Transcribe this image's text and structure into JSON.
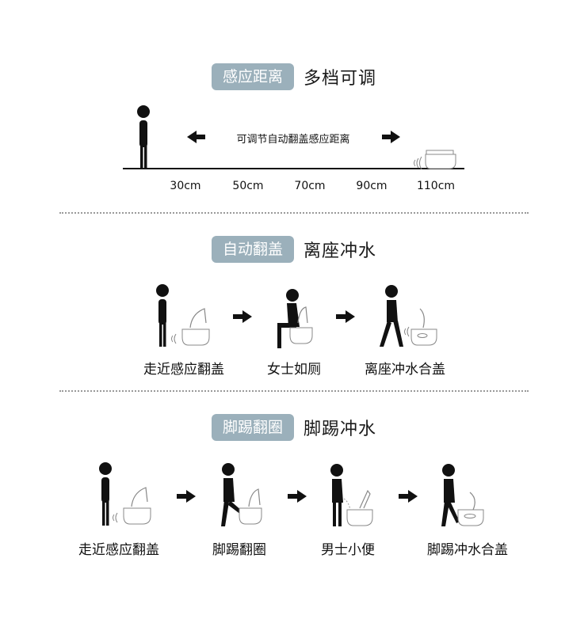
{
  "section1": {
    "pill": "感应距离",
    "title": "多档可调",
    "distance_caption": "可调节自动翻盖感应距离",
    "distances": [
      "30cm",
      "50cm",
      "70cm",
      "90cm",
      "110cm"
    ]
  },
  "section2": {
    "pill": "自动翻盖",
    "title": "离座冲水",
    "steps": [
      "走近感应翻盖",
      "女士如厕",
      "离座冲水合盖"
    ]
  },
  "section3": {
    "pill": "脚踢翻圈",
    "title": "脚踢冲水",
    "steps": [
      "走近感应翻盖",
      "脚踢翻圈",
      "男士小便",
      "脚踢冲水合盖"
    ]
  },
  "icons": {
    "person": "person-icon",
    "toilet": "toilet-icon",
    "arrow": "arrow-right-icon",
    "sensor": "sensor-waves-icon"
  },
  "colors": {
    "pill_bg": "#9bb0bb",
    "figure": "#111111",
    "outline": "#777777"
  }
}
